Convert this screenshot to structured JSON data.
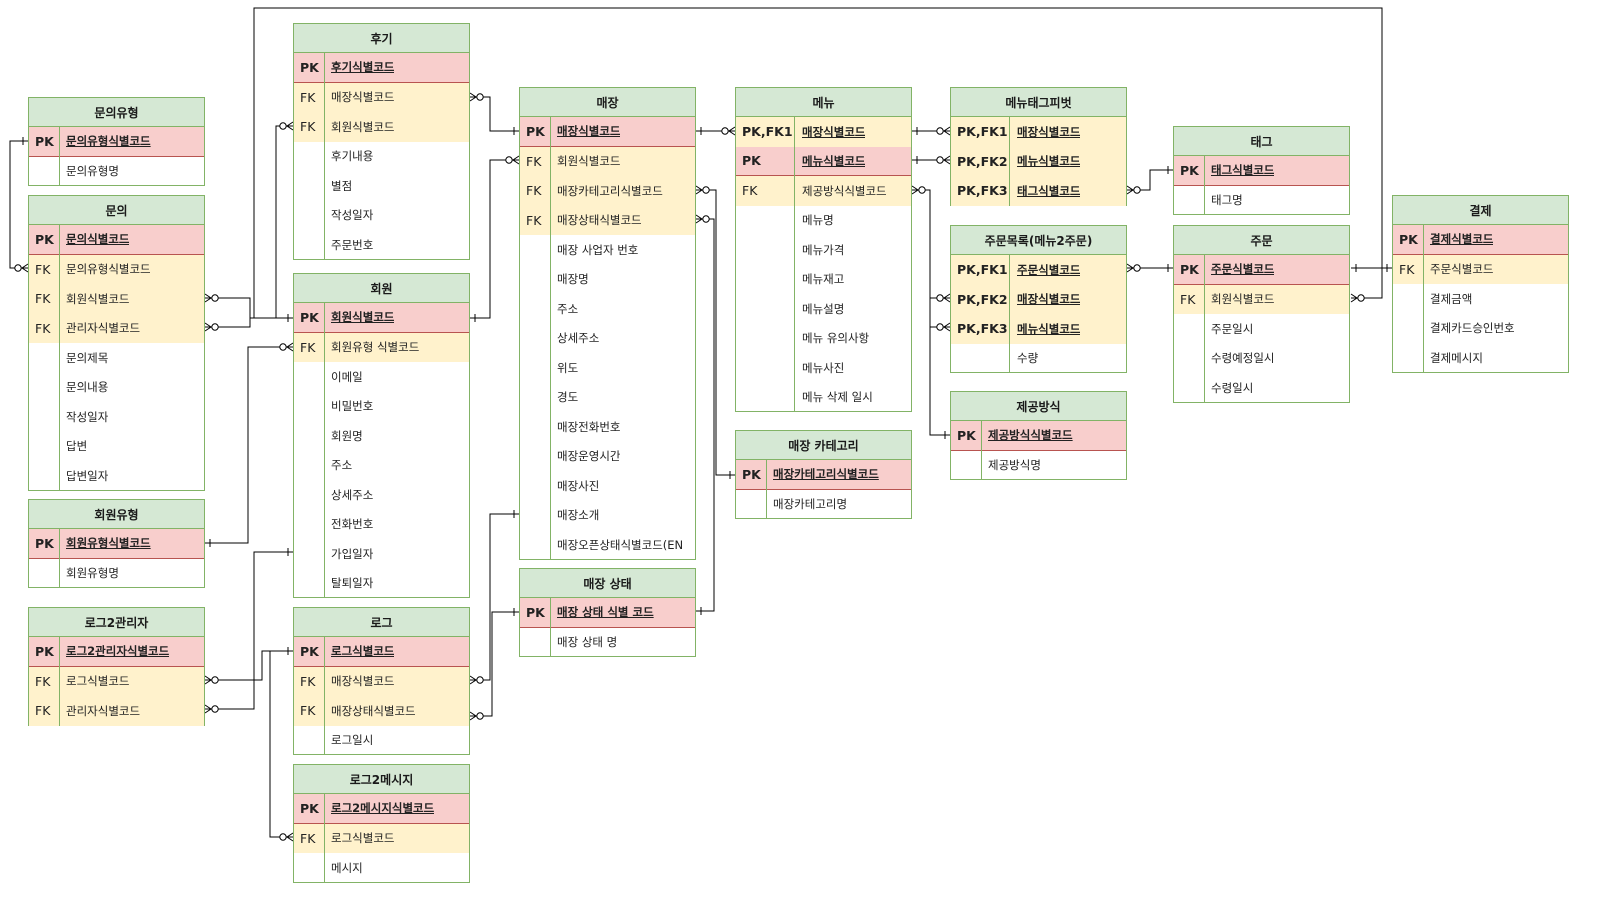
{
  "colors": {
    "header_fill": "#d5e8d4",
    "border": "#82b366",
    "pk_fill": "#f8cecc",
    "pk_line": "#b85450",
    "fk_fill": "#fff2cc",
    "connector": "#000000"
  },
  "entities": [
    {
      "id": "inquiry_type",
      "title": "문의유형",
      "rows": [
        {
          "type": "pk",
          "key": "PK",
          "name": "문의유형식별코드"
        },
        {
          "type": "field",
          "key": "",
          "name": "문의유형명"
        }
      ]
    },
    {
      "id": "inquiry",
      "title": "문의",
      "rows": [
        {
          "type": "pk",
          "key": "PK",
          "name": "문의식별코드"
        },
        {
          "type": "fk",
          "key": "FK",
          "name": "문의유형식별코드"
        },
        {
          "type": "fk",
          "key": "FK",
          "name": "회원식별코드"
        },
        {
          "type": "fk",
          "key": "FK",
          "name": "관리자식별코드"
        },
        {
          "type": "field",
          "key": "",
          "name": "문의제목"
        },
        {
          "type": "field",
          "key": "",
          "name": "문의내용"
        },
        {
          "type": "field",
          "key": "",
          "name": "작성일자"
        },
        {
          "type": "field",
          "key": "",
          "name": "답변"
        },
        {
          "type": "field",
          "key": "",
          "name": "답변일자"
        }
      ]
    },
    {
      "id": "member_type",
      "title": "회원유형",
      "rows": [
        {
          "type": "pk",
          "key": "PK",
          "name": "회원유형식별코드"
        },
        {
          "type": "field",
          "key": "",
          "name": "회원유형명"
        }
      ]
    },
    {
      "id": "log2admin",
      "title": "로그2관리자",
      "rows": [
        {
          "type": "pk",
          "key": "PK",
          "name": "로그2관리자식별코드"
        },
        {
          "type": "fk",
          "key": "FK",
          "name": "로그식별코드"
        },
        {
          "type": "fk",
          "key": "FK",
          "name": "관리자식별코드"
        }
      ]
    },
    {
      "id": "review",
      "title": "후기",
      "rows": [
        {
          "type": "pk",
          "key": "PK",
          "name": "후기식별코드"
        },
        {
          "type": "fk",
          "key": "FK",
          "name": "매장식별코드"
        },
        {
          "type": "fk",
          "key": "FK",
          "name": "회원식별코드"
        },
        {
          "type": "field",
          "key": "",
          "name": "후기내용"
        },
        {
          "type": "field",
          "key": "",
          "name": "별점"
        },
        {
          "type": "field",
          "key": "",
          "name": "작성일자"
        },
        {
          "type": "field",
          "key": "",
          "name": "주문번호"
        }
      ]
    },
    {
      "id": "member",
      "title": "회원",
      "rows": [
        {
          "type": "pk",
          "key": "PK",
          "name": "회원식별코드"
        },
        {
          "type": "fk",
          "key": "FK",
          "name": "회원유형 식별코드"
        },
        {
          "type": "field",
          "key": "",
          "name": "이메일"
        },
        {
          "type": "field",
          "key": "",
          "name": "비밀번호"
        },
        {
          "type": "field",
          "key": "",
          "name": "회원명"
        },
        {
          "type": "field",
          "key": "",
          "name": "주소"
        },
        {
          "type": "field",
          "key": "",
          "name": "상세주소"
        },
        {
          "type": "field",
          "key": "",
          "name": "전화번호"
        },
        {
          "type": "field",
          "key": "",
          "name": "가입일자"
        },
        {
          "type": "field",
          "key": "",
          "name": "탈퇴일자"
        }
      ]
    },
    {
      "id": "log",
      "title": "로그",
      "rows": [
        {
          "type": "pk",
          "key": "PK",
          "name": "로그식별코드"
        },
        {
          "type": "fk",
          "key": "FK",
          "name": "매장식별코드"
        },
        {
          "type": "fk",
          "key": "FK",
          "name": "매장상태식별코드"
        },
        {
          "type": "field",
          "key": "",
          "name": "로그일시"
        }
      ]
    },
    {
      "id": "log2msg",
      "title": "로그2메시지",
      "rows": [
        {
          "type": "pk",
          "key": "PK",
          "name": "로그2메시지식별코드"
        },
        {
          "type": "fk",
          "key": "FK",
          "name": "로그식별코드"
        },
        {
          "type": "field",
          "key": "",
          "name": "메시지"
        }
      ]
    },
    {
      "id": "store",
      "title": "매장",
      "rows": [
        {
          "type": "pk",
          "key": "PK",
          "name": "매장식별코드"
        },
        {
          "type": "fk",
          "key": "FK",
          "name": "회원식별코드"
        },
        {
          "type": "fk",
          "key": "FK",
          "name": "매장카테고리식별코드"
        },
        {
          "type": "fk",
          "key": "FK",
          "name": "매장상태식별코드"
        },
        {
          "type": "field",
          "key": "",
          "name": "매장 사업자 번호"
        },
        {
          "type": "field",
          "key": "",
          "name": "매장명"
        },
        {
          "type": "field",
          "key": "",
          "name": "주소"
        },
        {
          "type": "field",
          "key": "",
          "name": "상세주소"
        },
        {
          "type": "field",
          "key": "",
          "name": "위도"
        },
        {
          "type": "field",
          "key": "",
          "name": "경도"
        },
        {
          "type": "field",
          "key": "",
          "name": "매장전화번호"
        },
        {
          "type": "field",
          "key": "",
          "name": "매장운영시간"
        },
        {
          "type": "field",
          "key": "",
          "name": "매장사진"
        },
        {
          "type": "field",
          "key": "",
          "name": "매장소개"
        },
        {
          "type": "field",
          "key": "",
          "name": "매장오픈상태식별코드(EN"
        }
      ]
    },
    {
      "id": "store_status",
      "title": "매장 상태",
      "rows": [
        {
          "type": "pk",
          "key": "PK",
          "name": "매장 상태 식별 코드"
        },
        {
          "type": "field",
          "key": "",
          "name": "매장 상태 명"
        }
      ]
    },
    {
      "id": "menu",
      "title": "메뉴",
      "rows": [
        {
          "type": "fk",
          "key": "PK,FK1",
          "name": "매장식별코드",
          "bold": true
        },
        {
          "type": "pk",
          "key": "PK",
          "name": "메뉴식별코드"
        },
        {
          "type": "fk",
          "key": "FK",
          "name": "제공방식식별코드"
        },
        {
          "type": "field",
          "key": "",
          "name": "메뉴명"
        },
        {
          "type": "field",
          "key": "",
          "name": "메뉴가격"
        },
        {
          "type": "field",
          "key": "",
          "name": "메뉴재고"
        },
        {
          "type": "field",
          "key": "",
          "name": "메뉴설명"
        },
        {
          "type": "field",
          "key": "",
          "name": "메뉴 유의사항"
        },
        {
          "type": "field",
          "key": "",
          "name": "메뉴사진"
        },
        {
          "type": "field",
          "key": "",
          "name": "메뉴 삭제 일시"
        }
      ]
    },
    {
      "id": "store_category",
      "title": "매장 카테고리",
      "rows": [
        {
          "type": "pk",
          "key": "PK",
          "name": "매장카테고리식별코드"
        },
        {
          "type": "field",
          "key": "",
          "name": "매장카테고리명"
        }
      ]
    },
    {
      "id": "menu_tag_pivot",
      "title": "메뉴태그피벗",
      "rows": [
        {
          "type": "fk",
          "key": "PK,FK1",
          "name": "매장식별코드",
          "bold": true
        },
        {
          "type": "fk",
          "key": "PK,FK2",
          "name": "메뉴식별코드",
          "bold": true
        },
        {
          "type": "fk",
          "key": "PK,FK3",
          "name": "태그식별코드",
          "bold": true
        }
      ]
    },
    {
      "id": "order_items",
      "title": "주문목록(메뉴2주문)",
      "rows": [
        {
          "type": "fk",
          "key": "PK,FK1",
          "name": "주문식별코드",
          "bold": true
        },
        {
          "type": "fk",
          "key": "PK,FK2",
          "name": "매장식별코드",
          "bold": true
        },
        {
          "type": "fk",
          "key": "PK,FK3",
          "name": "메뉴식별코드",
          "bold": true
        },
        {
          "type": "field",
          "key": "",
          "name": "수량"
        }
      ]
    },
    {
      "id": "serve_method",
      "title": "제공방식",
      "rows": [
        {
          "type": "pk",
          "key": "PK",
          "name": "제공방식식별코드"
        },
        {
          "type": "field",
          "key": "",
          "name": "제공방식명"
        }
      ]
    },
    {
      "id": "tag",
      "title": "태그",
      "rows": [
        {
          "type": "pk",
          "key": "PK",
          "name": "태그식별코드"
        },
        {
          "type": "field",
          "key": "",
          "name": "태그명"
        }
      ]
    },
    {
      "id": "order",
      "title": "주문",
      "rows": [
        {
          "type": "pk",
          "key": "PK",
          "name": "주문식별코드"
        },
        {
          "type": "fk",
          "key": "FK",
          "name": "회원식별코드"
        },
        {
          "type": "field",
          "key": "",
          "name": "주문일시"
        },
        {
          "type": "field",
          "key": "",
          "name": "수령예정일시"
        },
        {
          "type": "field",
          "key": "",
          "name": "수령일시"
        }
      ]
    },
    {
      "id": "payment",
      "title": "결제",
      "rows": [
        {
          "type": "pk",
          "key": "PK",
          "name": "결제식별코드"
        },
        {
          "type": "fk",
          "key": "FK",
          "name": "주문식별코드"
        },
        {
          "type": "field",
          "key": "",
          "name": "결제금액"
        },
        {
          "type": "field",
          "key": "",
          "name": "결제카드승인번호"
        },
        {
          "type": "field",
          "key": "",
          "name": "결제메시지"
        }
      ]
    }
  ]
}
